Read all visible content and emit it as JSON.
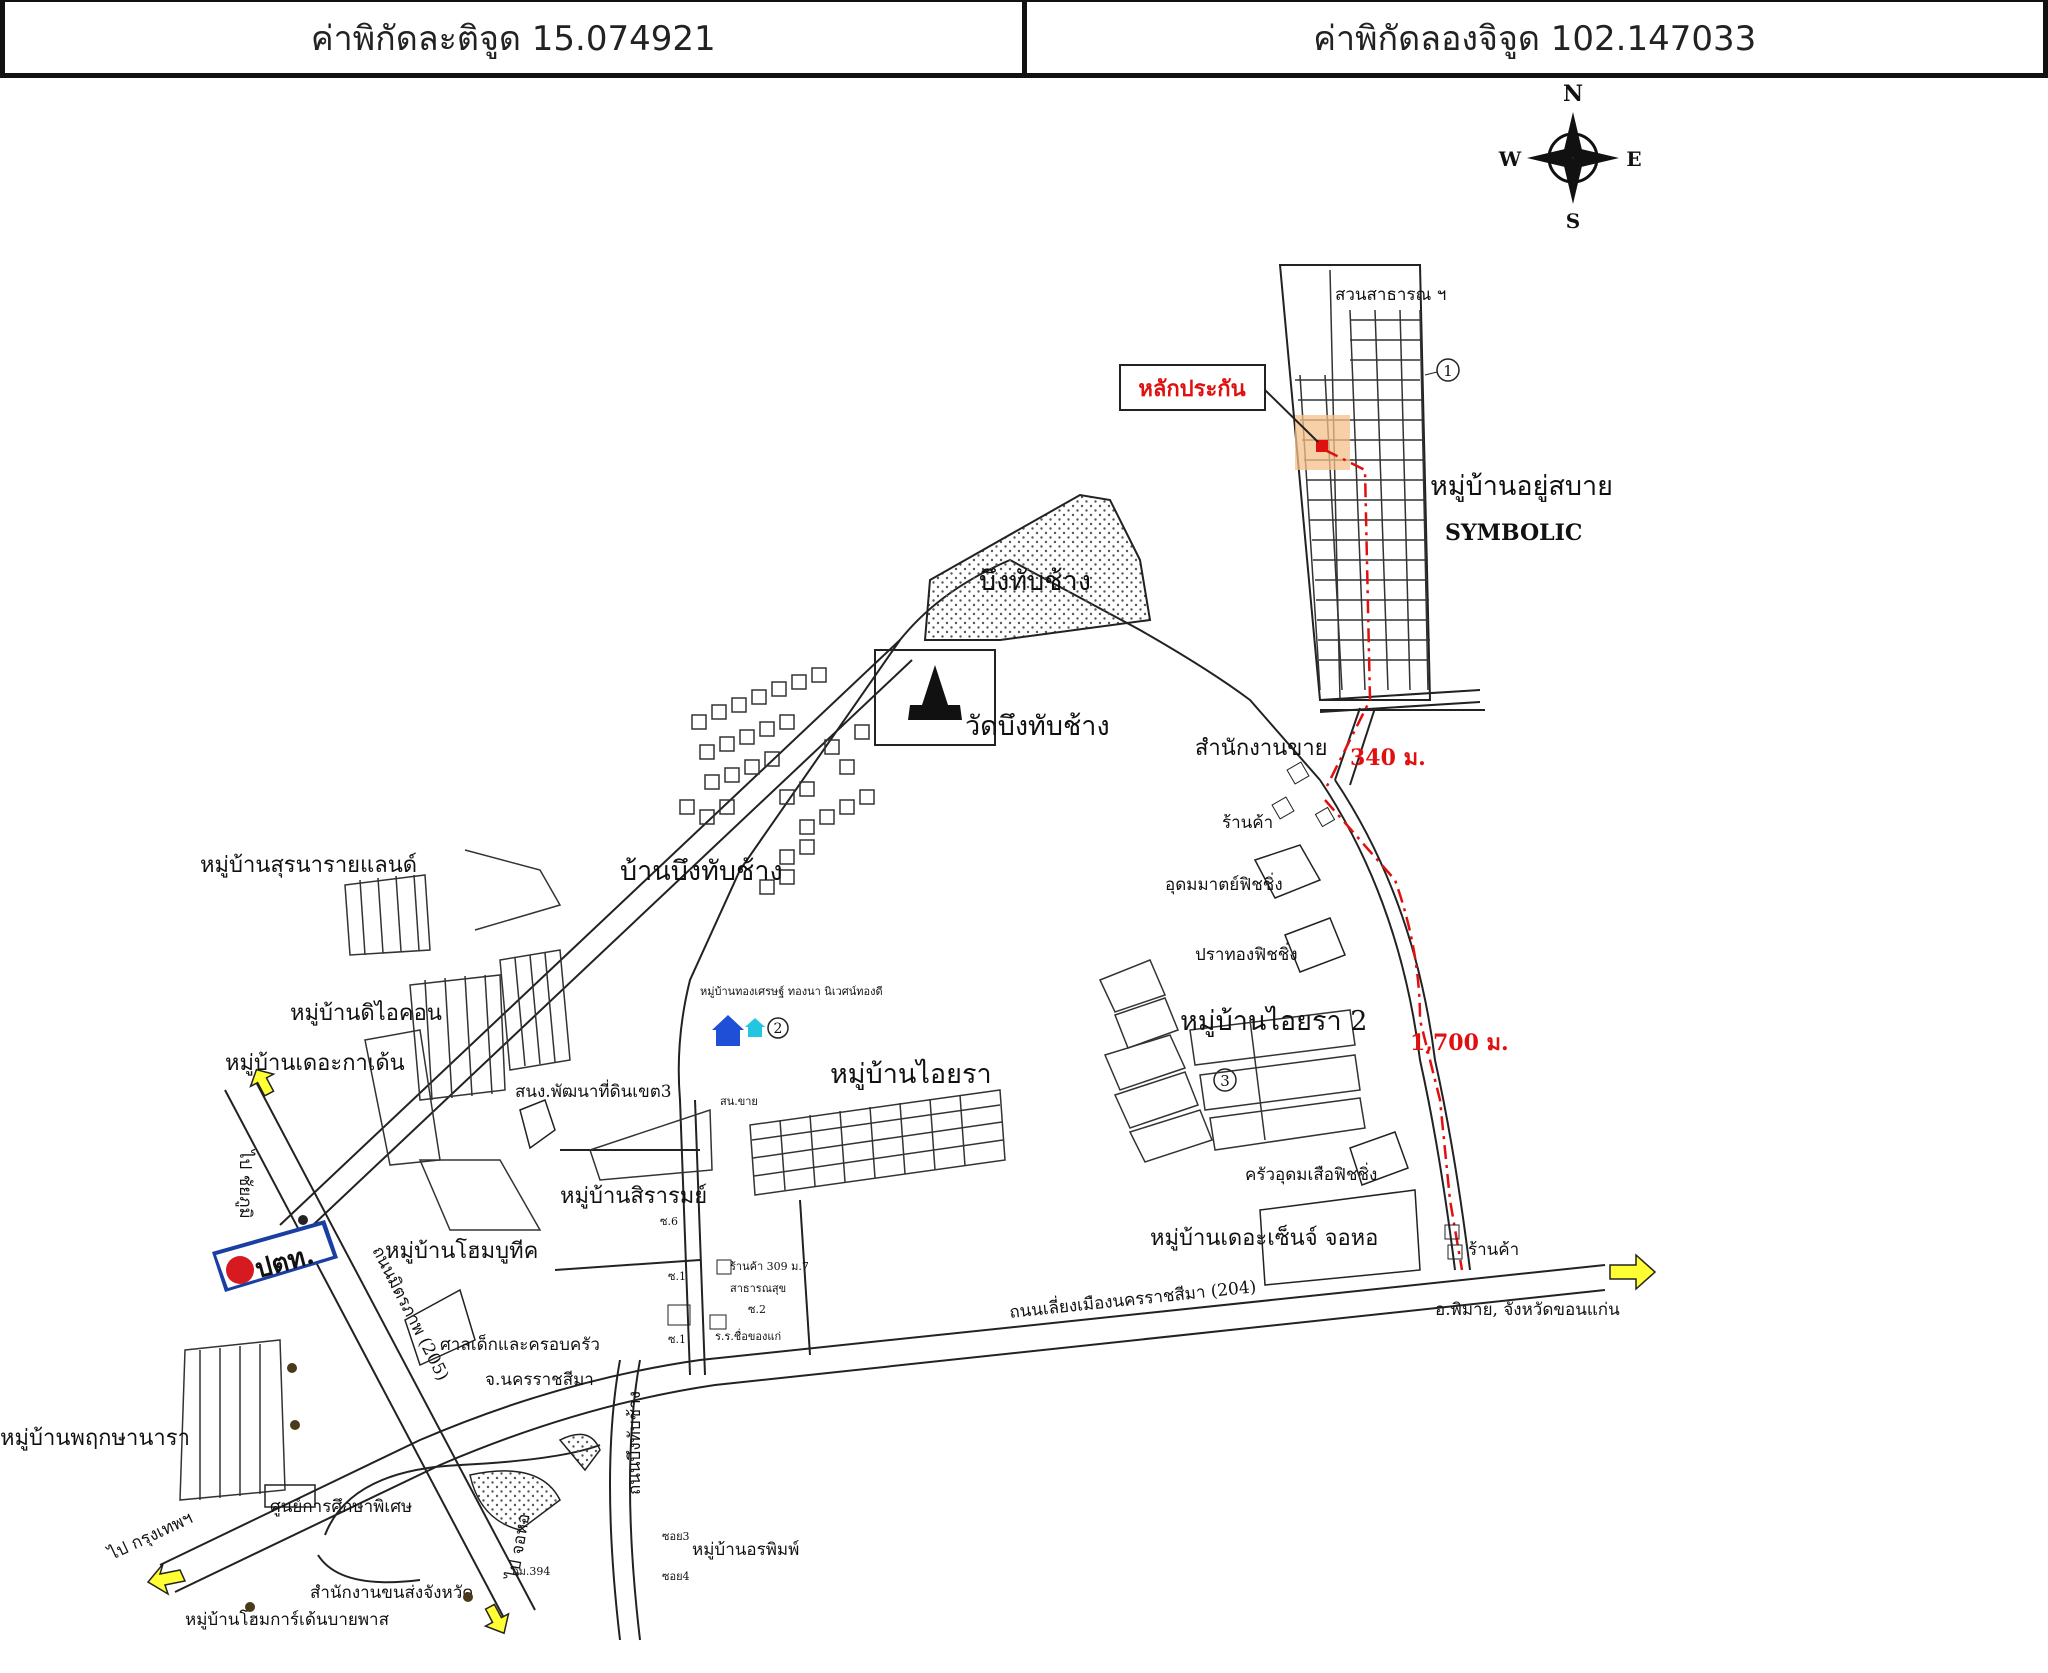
{
  "coordinates": {
    "latitude_label": "ค่าพิกัดละติจูด 15.074921",
    "longitude_label": "ค่าพิกัดลองจิจูด 102.147033"
  },
  "compass": {
    "n": "N",
    "s": "S",
    "e": "E",
    "w": "W"
  },
  "collateral": {
    "label": "หลักประกัน",
    "color": "#e01010",
    "highlight": "#f5c08a"
  },
  "distances": {
    "short": "340 ม.",
    "long": "1,700 ม."
  },
  "places": {
    "village_yusabai": "หมู่บ้านอยู่สบาย",
    "symbolic": "SYMBOLIC",
    "public_park": "สวนสาธารณ ฯ",
    "bueng_thapchang": "บึงทับช้าง",
    "wat": "วัดบึงทับช้าง",
    "ban_bueng": "บ้านบึงทับช้าง",
    "sales_office": "สำนักงานขาย",
    "shop_1": "ร้านค้า",
    "shop_2": "ร้านค้า",
    "garage_1": "อุดมมาตย์ฟิชชิ่ง",
    "garage_2": "ปราทองฟิชชิ่ง",
    "village_iyara2": "หมู่บ้านไอยรา 2",
    "kitchen": "ครัวอุดมเสือฟิชชิ่ง",
    "village_dersen": "หมู่บ้านเดอะเซ็นจ์ จอหอ",
    "village_iyara": "หมู่บ้านไอยรา",
    "village_surana": "หมู่บ้านสุรนารายแลนด์",
    "village_diicon": "หมู่บ้านดิไอคอน",
    "village_dekan": "หมู่บ้านเดอะกาเด้น",
    "village_sirarom": "หมู่บ้านสิรารมย์",
    "village_homebuddy": "หมู่บ้านโฮมบูทีค",
    "village_prueksa": "หมู่บ้านพฤกษานารา",
    "village_orphin": "หมู่บ้านอรพิมพ์",
    "village_home": "หมู่บ้านโฮมการ์เด้นบายพาส",
    "child_center": "ศาลเด็กและครอบครัว",
    "province": "จ.นครราชสีมา",
    "training_center": "ศูนย์การศึกษาพิเศษ",
    "customs": "สำนักงานขนส่งจังหวัด",
    "land_dept": "สนง.พัฒนาที่ดินเขต3",
    "shop_309": "ร้านค้า 309 ม.7",
    "health": "สาธารณสุข",
    "school": "ร.ร.ชื่อของแก่",
    "road_204": "ถนนเลี่ยงเมืองนครราชสีมา (204)",
    "road_205": "ถนนมิตรภาพ (205)",
    "road_bueng": "ถนนบึงทับช้าง",
    "to_phimai": "อ.พิมาย, จังหวัดขอนแก่น",
    "to_bangkok": "ไป กรุงเทพฯ",
    "to_chaiyaphum": "ไป ชัยภูมิ",
    "to_jokor": "ไป จอหอ",
    "ptt": "ปตท.",
    "soi_nakhon": "สน.ขาย",
    "small_note": "หมู่บ้านทองเศรษฐ์ ทองนา นิเวศน์ทองดี",
    "soi_label_a": "ซ.6",
    "soi_label_b": "ซ.1",
    "soi_label_c": "ซ.2",
    "soi_label_d": "ซ.1",
    "soi_e": "ซอย3",
    "soi_f": "ซอย4",
    "km": "กม.394"
  },
  "markers": [
    "1",
    "2",
    "3"
  ],
  "colors": {
    "arrow": "#ffff33",
    "ptt_blue": "#1a3fa3",
    "house": "#1f4fd6"
  }
}
